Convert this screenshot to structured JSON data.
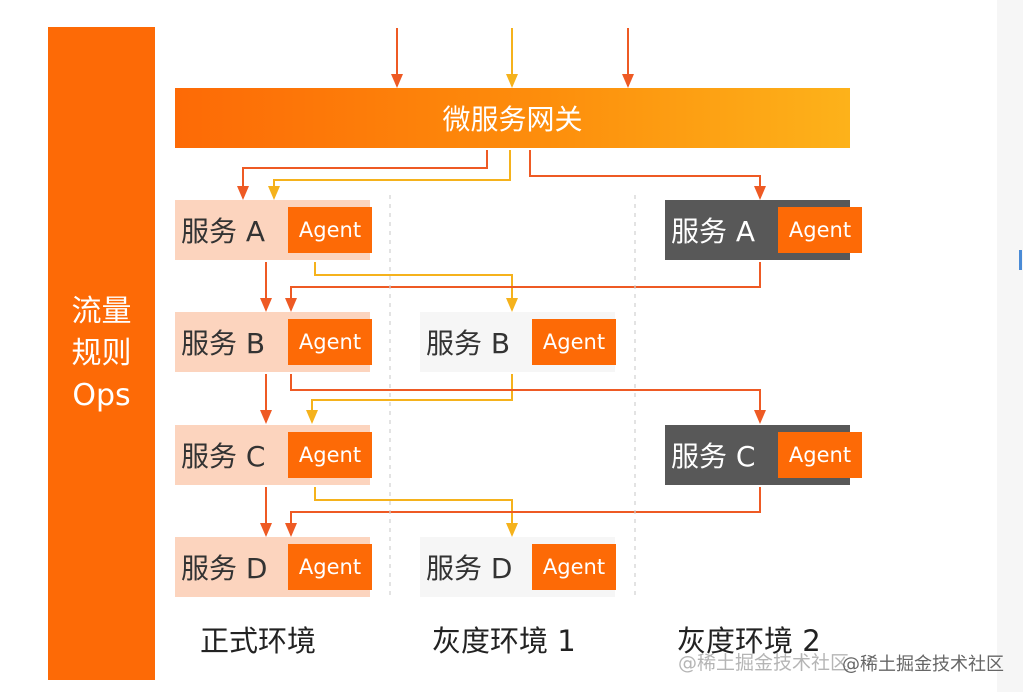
{
  "ops": {
    "label": "流量\n规则\nOps"
  },
  "gateway": {
    "label": "微服务网关"
  },
  "environments": [
    "正式环境",
    "灰度环境 1",
    "灰度环境 2"
  ],
  "agent_label": "Agent",
  "services": {
    "prod": [
      "服务 A",
      "服务 B",
      "服务 C",
      "服务 D"
    ],
    "gray1": [
      "服务 B",
      "服务 D"
    ],
    "gray2": [
      "服务 A",
      "服务 C"
    ]
  },
  "watermark": "@稀土掘金技术社区",
  "colors": {
    "accent": "#fd6a06",
    "prod_box": "#fcd4be",
    "gray1_box": "#f6f6f6",
    "gray2_box": "#585858",
    "line_prod": "#ee5a24",
    "line_gray1": "#f5b21c",
    "line_gray2": "#ee5a24"
  }
}
